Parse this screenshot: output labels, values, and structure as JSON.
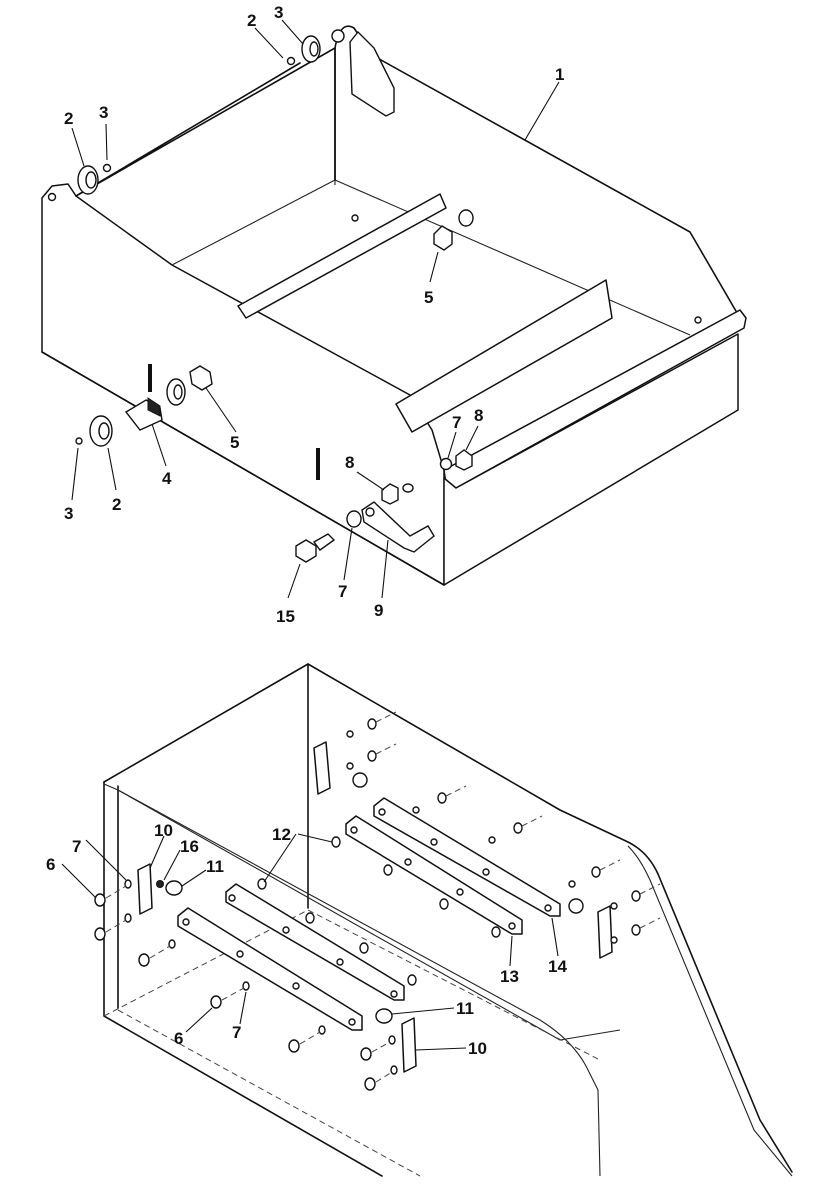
{
  "callouts_top": {
    "c1": "1",
    "c2a": "2",
    "c3a": "3",
    "c2b": "2",
    "c3b": "3",
    "c5a": "5",
    "c5b": "5",
    "c4": "4",
    "c3c": "3",
    "c2c": "2",
    "c7a": "7",
    "c8a": "8",
    "c8b": "8",
    "c15": "15",
    "c7b": "7",
    "c9": "9"
  },
  "callouts_bottom": {
    "c7": "7",
    "c10a": "10",
    "c6a": "6",
    "c16": "16",
    "c11a": "11",
    "c12": "12",
    "c13": "13",
    "c14": "14",
    "c6b": "6",
    "c7c": "7",
    "c11b": "11",
    "c10b": "10"
  }
}
